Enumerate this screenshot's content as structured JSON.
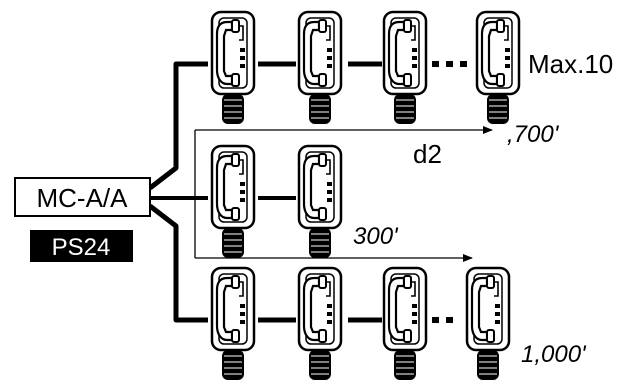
{
  "master_unit": {
    "label": "MC-A/A"
  },
  "power_supply": {
    "label": "PS24"
  },
  "labels": {
    "max_stations": "Max.10",
    "distance_name": "d2",
    "distance_top": ",700'",
    "distance_middle": "300'",
    "distance_bottom": "1,000'"
  },
  "lines": [
    {
      "name": "top-line",
      "stations_drawn": 4,
      "continues": true
    },
    {
      "name": "middle-line",
      "stations_drawn": 2,
      "continues": false
    },
    {
      "name": "bottom-line",
      "stations_drawn": 4,
      "continues": true
    }
  ],
  "icons": {
    "station": "handset-station-icon",
    "arrow": "arrow-right-icon"
  }
}
